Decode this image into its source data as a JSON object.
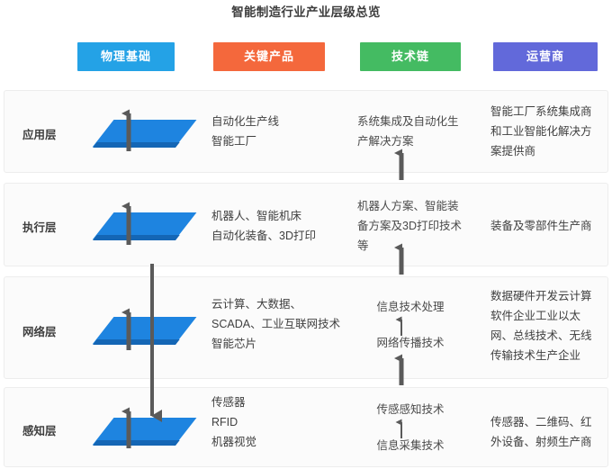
{
  "title": "智能制造行业产业层级总览",
  "categories": [
    {
      "label": "物理基础",
      "color": "#24a2e6"
    },
    {
      "label": "关键产品",
      "color": "#f4683c"
    },
    {
      "label": "技术链",
      "color": "#44bb62"
    },
    {
      "label": "运营商",
      "color": "#6269da"
    }
  ],
  "platform": {
    "top_color": "#1e84e0",
    "side_color": "#1466b5"
  },
  "arrow_color": "#5a5a5a",
  "layers": [
    {
      "name": "应用层",
      "products": [
        "自动化生产线",
        "智能工厂"
      ],
      "chain": [
        "系统集成及自动化生",
        "产解决方案"
      ],
      "operators": [
        "智能工厂系统集成商",
        "和工业智能化解决方",
        "案提供商"
      ]
    },
    {
      "name": "执行层",
      "products": [
        "机器人、智能机床",
        "自动化装备、3D打印"
      ],
      "chain": [
        "机器人方案、智能装",
        "备方案及3D打印技术",
        "等"
      ],
      "operators": [
        "装备及零部件生产商"
      ]
    },
    {
      "name": "网络层",
      "products": [
        "云计算、大数据、",
        "SCADA、工业互联网技术",
        "智能芯片"
      ],
      "chain_upper": "信息技术处理",
      "chain_lower": "网络传播技术",
      "operators": [
        "数据硬件开发云计算",
        "软件企业工业以太",
        "网、总线技术、无线",
        "传输技术生产企业"
      ]
    },
    {
      "name": "感知层",
      "products": [
        "传感器",
        "RFID",
        "机器视觉"
      ],
      "chain_upper": "传感感知技术",
      "chain_lower": "信息采集技术",
      "operators": [
        "传感器、二维码、红",
        "外设备、射频生产商"
      ]
    }
  ]
}
